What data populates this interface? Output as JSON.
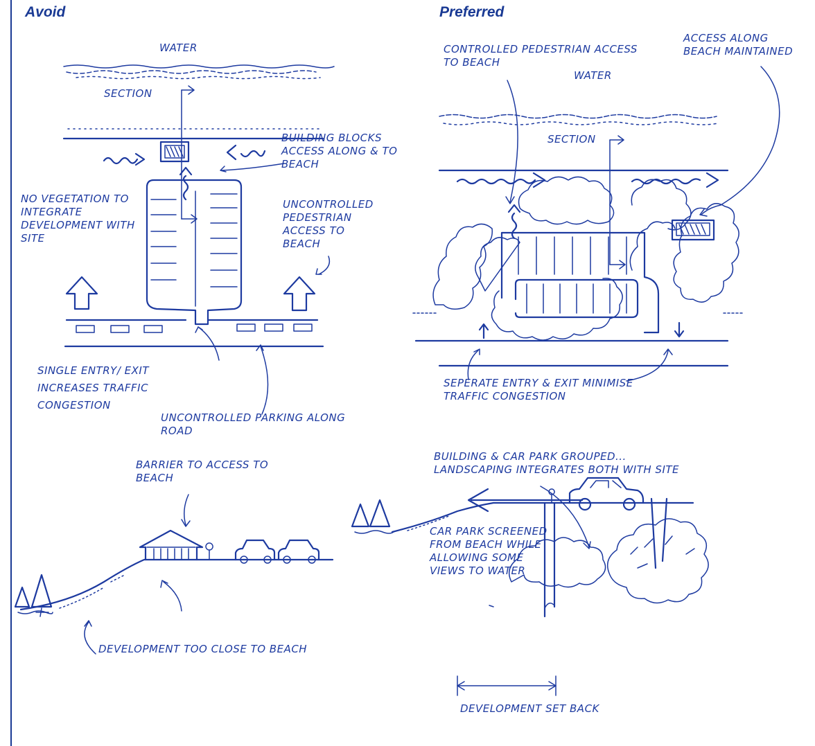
{
  "headings": {
    "avoid": "Avoid",
    "preferred": "Preferred"
  },
  "avoid_plan": {
    "water": "WATER",
    "section": "SECTION",
    "building_blocks": "BUILDING BLOCKS ACCESS ALONG & TO BEACH",
    "no_vegetation": "NO VEGETATION TO INTEGRATE DEVELOPMENT WITH SITE",
    "uncontrolled_pedestrian": "UNCONTROLLED PEDESTRIAN ACCESS TO BEACH",
    "single_entry_a": "SINGLE ENTRY/ EXIT",
    "single_entry_b": "INCREASES TRAFFIC",
    "single_entry_c": "CONGESTION",
    "uncontrolled_parking": "UNCONTROLLED PARKING ALONG ROAD"
  },
  "avoid_section": {
    "barrier": "BARRIER TO ACCESS TO BEACH",
    "too_close": "DEVELOPMENT TOO CLOSE TO BEACH"
  },
  "preferred_plan": {
    "water": "WATER",
    "section": "SECTION",
    "controlled_pedestrian": "CONTROLLED PEDESTRIAN ACCESS TO BEACH",
    "access_along": "ACCESS ALONG BEACH MAINTAINED",
    "separate_entry": "SEPERATE ENTRY & EXIT MINIMISE TRAFFIC CONGESTION"
  },
  "preferred_section": {
    "grouped": "BUILDING & CAR PARK GROUPED... LANDSCAPING INTEGRATES BOTH WITH SITE",
    "screened": "CAR PARK SCREENED FROM BEACH WHILE ALLOWING SOME VIEWS TO WATER",
    "setback": "DEVELOPMENT SET BACK"
  },
  "colors": {
    "ink": "#1d3aa0",
    "heading": "#1a3a94"
  }
}
